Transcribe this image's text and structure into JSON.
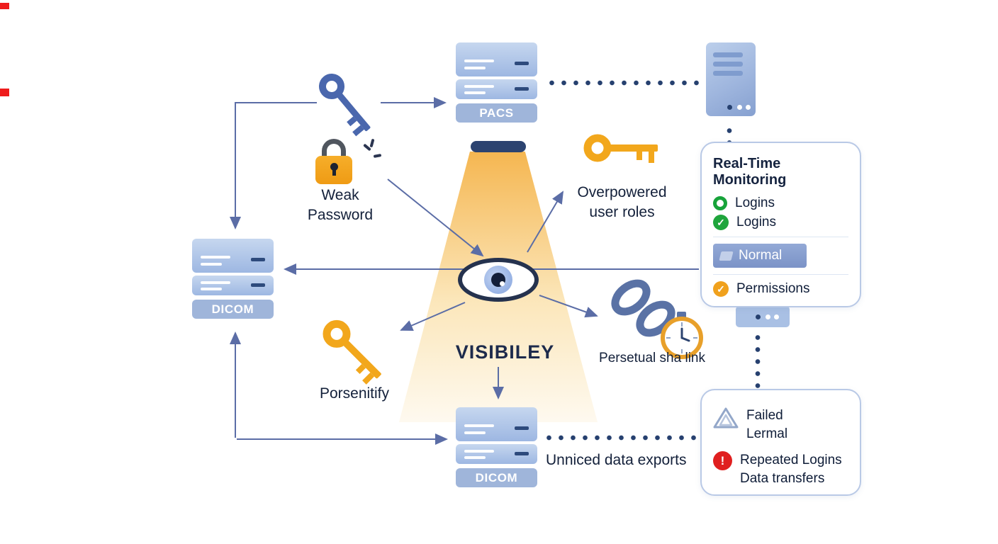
{
  "nodes": {
    "pacs": {
      "label": "PACS"
    },
    "dicom_left": {
      "label": "DICOM"
    },
    "dicom_bottom": {
      "label": "DICOM"
    },
    "weak_password": {
      "line1": "Weak",
      "line2": "Password"
    },
    "overpowered_roles": {
      "line1": "Overpowered",
      "line2": "user roles"
    },
    "perpetual_link": {
      "label": "Persetual sha link"
    },
    "porsenitify": {
      "label": "Porsenitify"
    },
    "data_exports": {
      "label": "Unniced data exports"
    },
    "visibility": {
      "label": "VISIBILEY"
    }
  },
  "monitoring": {
    "title": "Real-Time Monitoring",
    "items": [
      {
        "icon": "green-ring-icon",
        "label": "Logins"
      },
      {
        "icon": "green-check-icon",
        "label": "Logins"
      },
      {
        "icon": "tag-icon",
        "label": "Normal"
      },
      {
        "icon": "orange-check-icon",
        "label": "Permissions"
      }
    ]
  },
  "alerts": {
    "items": [
      {
        "icon": "warning-triangle-icon",
        "line1": "Failed",
        "line2": "Lermal"
      },
      {
        "icon": "red-exclamation-icon",
        "line1": "Repeated Logins",
        "line2": "Data transfers"
      }
    ]
  },
  "colors": {
    "orange": "#F2A71C",
    "blue_key": "#4A67AD",
    "arrow": "#5B6DA6",
    "navy": "#26406F",
    "server_fill": "#AEC4E8",
    "label_band": "#9FB5DA",
    "green": "#1FA53C",
    "red": "#E01F1F",
    "panel_border": "#B9C9E6",
    "cone": "#F5B445"
  }
}
